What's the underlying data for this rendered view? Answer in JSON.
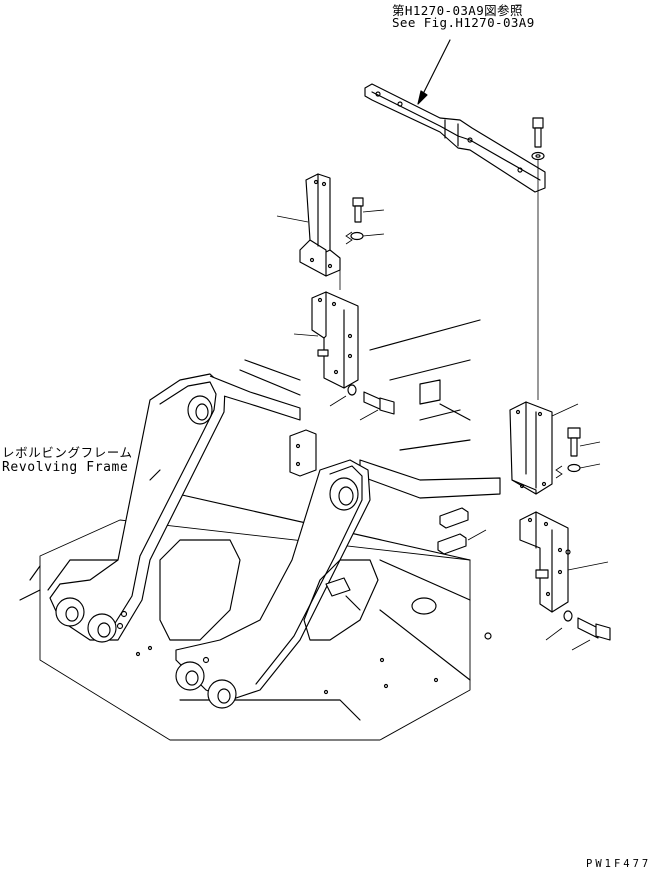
{
  "labels": {
    "ref_fig_jp": "第H1270-03A9図参照",
    "ref_fig_en": "See Fig.H1270-03A9",
    "frame_jp": "レボルビングフレーム",
    "frame_en": "Revolving Frame",
    "drawing_code": "PW1F477"
  }
}
